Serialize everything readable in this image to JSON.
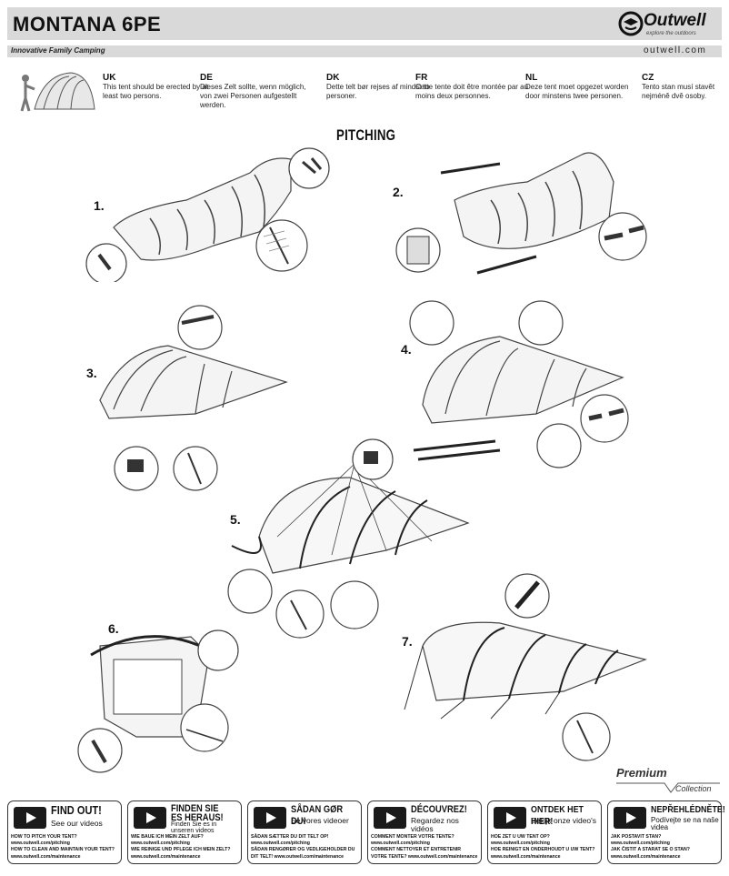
{
  "header": {
    "title": "MONTANA 6PE",
    "brand": "Outwell",
    "brand_tagline": "explore the outdoors",
    "subtitle": "Innovative Family Camping",
    "website": "outwell.com"
  },
  "languages": [
    {
      "code": "UK",
      "text": "This tent should be erected by at least two persons."
    },
    {
      "code": "DE",
      "text": "Dieses Zelt sollte, wenn möglich, von zwei Personen aufgestellt werden."
    },
    {
      "code": "DK",
      "text": "Dette telt bør rejses af mindst to personer."
    },
    {
      "code": "FR",
      "text": "Cette tente doit être montée par au moins deux personnes."
    },
    {
      "code": "NL",
      "text": "Deze tent moet opgezet worden door minstens twee personen."
    },
    {
      "code": "CZ",
      "text": "Tento stan musí stavět nejméně dvě osoby."
    }
  ],
  "section_title": "PITCHING",
  "steps": [
    "1.",
    "2.",
    "3.",
    "4.",
    "5.",
    "6.",
    "7."
  ],
  "premium": {
    "label": "Premium",
    "sub": "Collection"
  },
  "video_boxes": [
    {
      "head": "FIND OUT!",
      "sub": "See our videos",
      "lines": [
        "HOW TO PITCH YOUR TENT?",
        "www.outwell.com/pitching",
        "HOW TO CLEAN AND MAINTAIN YOUR TENT?",
        "www.outwell.com/maintenance"
      ]
    },
    {
      "head": "FINDEN SIE ES HERAUS!",
      "sub": "Finden Sie es in unseren videos",
      "lines": [
        "WIE BAUE ICH MEIN ZELT AUF?",
        "www.outwell.com/pitching",
        "WIE REINIGE UND PFLEGE ICH MEIN ZELT?",
        "www.outwell.com/maintenance"
      ]
    },
    {
      "head": "SÅDAN GØR DU!",
      "sub": "Se vores videoer",
      "lines": [
        "SÅDAN SÆTTER DU DIT TELT OP!",
        "www.outwell.com/pitching",
        "SÅDAN RENGØRER OG VEDLIGEHOLDER DU",
        "DIT TELT! www.outwell.com/maintenance"
      ]
    },
    {
      "head": "DÉCOUVREZ!",
      "sub": "Regardez nos vidéos",
      "lines": [
        "COMMENT MONTER VOTRE TENTE?",
        "www.outwell.com/pitching",
        "COMMENT NETTOYER ET ENTRETENIR",
        "VOTRE TENTE? www.outwell.com/maintenance"
      ]
    },
    {
      "head": "ONTDEK HET HIER!",
      "sub": "Bekijk onze video's",
      "lines": [
        "HOE ZET U UW TENT OP?",
        "www.outwell.com/pitching",
        "HOE REINIGT EN ONDERHOUDT U UW TENT?",
        "www.outwell.com/maintenance"
      ]
    },
    {
      "head": "NEPŘEHLÉDNĚTE!",
      "sub": "Podívejte se na naše videa",
      "lines": [
        "JAK POSTAVIT STAN?",
        "www.outwell.com/pitching",
        "JAK ČISTIT A STARAT SE O STAN?",
        "www.outwell.com/maintenance"
      ]
    }
  ]
}
